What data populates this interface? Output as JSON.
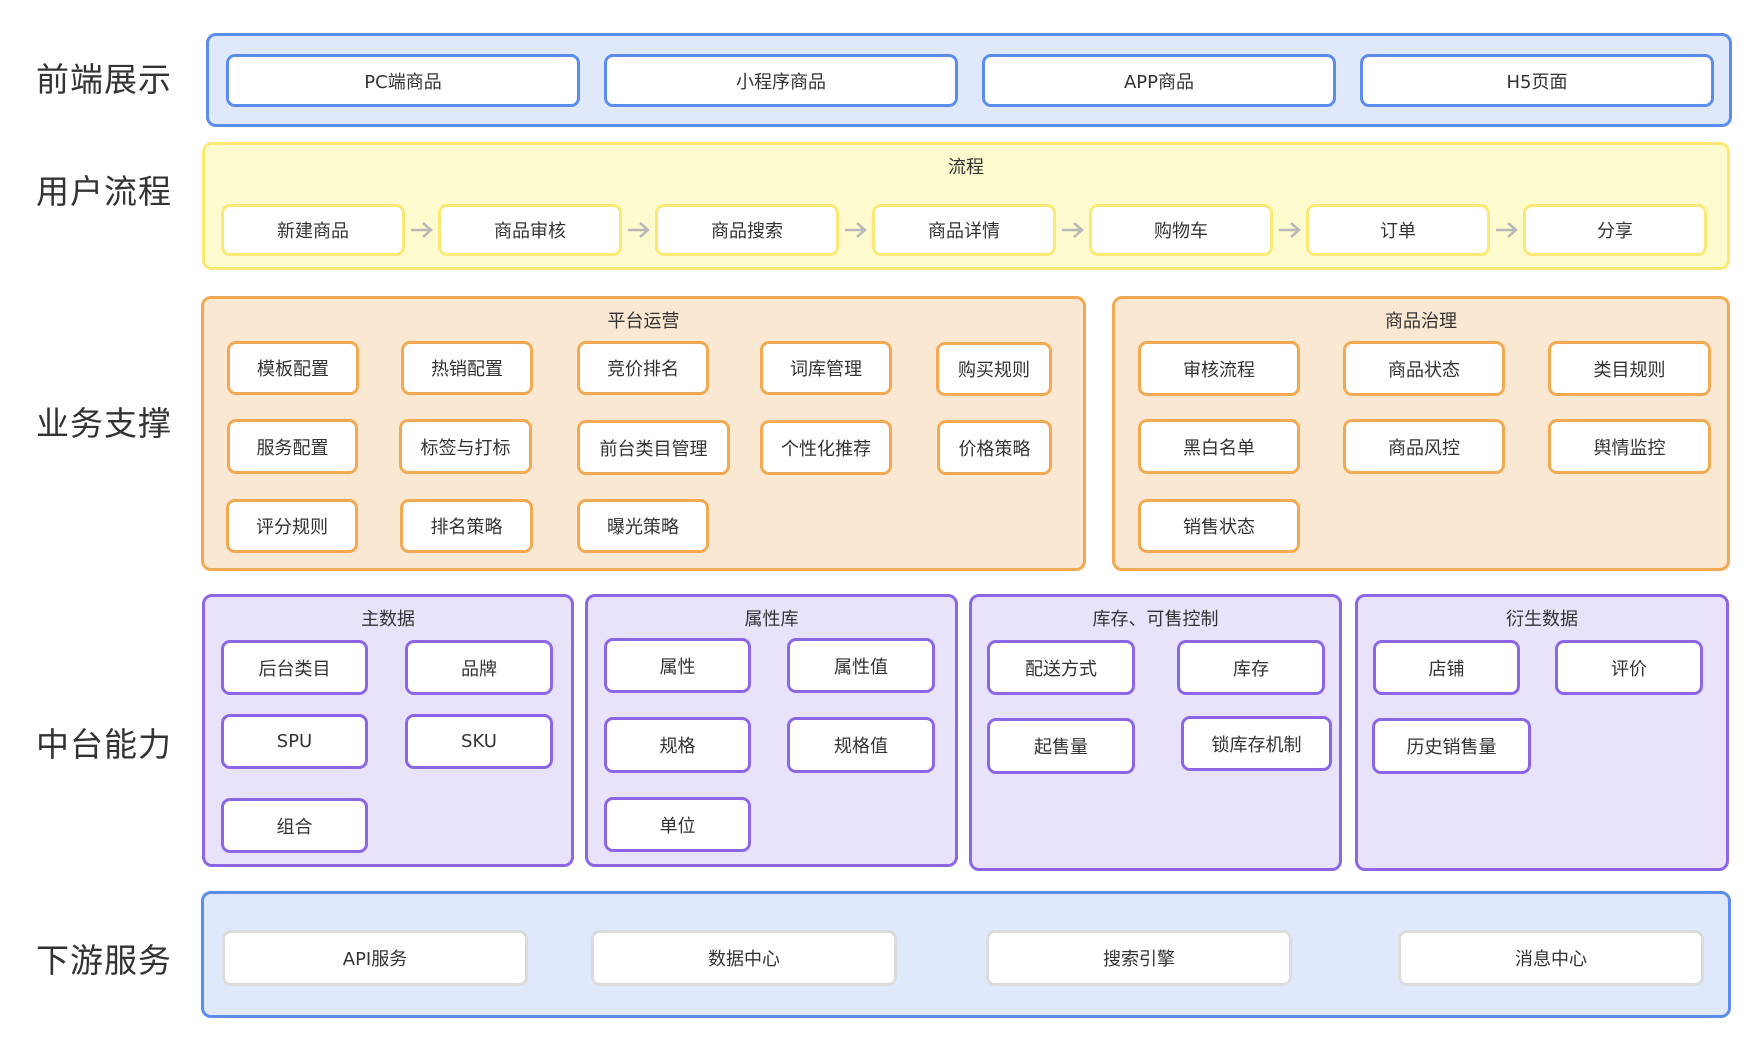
{
  "colors": {
    "blue_border": "#5b8def",
    "blue_fill": "#e0e9fb",
    "yellow_border": "#fce874",
    "yellow_fill": "#fefccf",
    "orange_border": "#f3a952",
    "orange_fill": "#fbe8d3",
    "purple_border": "#8b67e7",
    "purple_fill": "#e8e2fa",
    "grey_border": "#dcdcdc",
    "arrow": "#b8b8b8"
  },
  "rows": {
    "frontend": {
      "label": "前端展示",
      "items": [
        "PC端商品",
        "小程序商品",
        "APP商品",
        "H5页面"
      ]
    },
    "user_flow": {
      "label": "用户流程",
      "title": "流程",
      "arrow_icon": "arrow-right-icon",
      "steps": [
        "新建商品",
        "商品审核",
        "商品搜索",
        "商品详情",
        "购物车",
        "订单",
        "分享"
      ]
    },
    "business_support": {
      "label": "业务支撑",
      "groups": [
        {
          "title": "平台运营",
          "items": [
            "模板配置",
            "热销配置",
            "竞价排名",
            "词库管理",
            "购买规则",
            "服务配置",
            "标签与打标",
            "前台类目管理",
            "个性化推荐",
            "价格策略",
            "评分规则",
            "排名策略",
            "曝光策略"
          ]
        },
        {
          "title": "商品治理",
          "items": [
            "审核流程",
            "商品状态",
            "类目规则",
            "黑白名单",
            "商品风控",
            "舆情监控",
            "销售状态"
          ]
        }
      ]
    },
    "middle_platform": {
      "label": "中台能力",
      "groups": [
        {
          "title": "主数据",
          "items": [
            "后台类目",
            "品牌",
            "SPU",
            "SKU",
            "组合"
          ]
        },
        {
          "title": "属性库",
          "items": [
            "属性",
            "属性值",
            "规格",
            "规格值",
            "单位"
          ]
        },
        {
          "title": "库存、可售控制",
          "items": [
            "配送方式",
            "库存",
            "起售量",
            "锁库存机制"
          ]
        },
        {
          "title": "衍生数据",
          "items": [
            "店铺",
            "评价",
            "历史销售量"
          ]
        }
      ]
    },
    "downstream": {
      "label": "下游服务",
      "items": [
        "API服务",
        "数据中心",
        "搜索引擎",
        "消息中心"
      ]
    }
  }
}
